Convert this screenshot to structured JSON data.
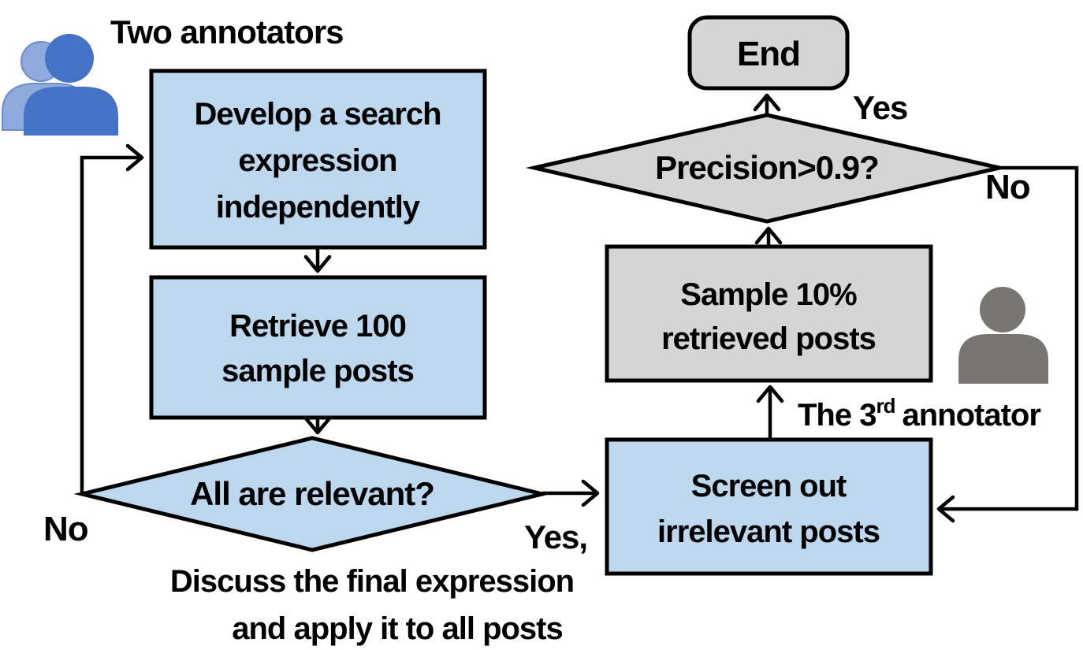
{
  "figure": {
    "annotator_group_label": "Two annotators",
    "third_annotator_label": {
      "pre": "The 3",
      "sup": "rd",
      "post": "annotator"
    },
    "nodes": {
      "develop": {
        "lines": [
          "Develop a search",
          "expression",
          "independently"
        ]
      },
      "retrieve": {
        "lines": [
          "Retrieve 100",
          "sample posts"
        ]
      },
      "relevant": {
        "label": "All are relevant?"
      },
      "screen": {
        "lines": [
          "Screen out",
          "irrelevant posts"
        ]
      },
      "sample": {
        "lines": [
          "Sample 10%",
          "retrieved posts"
        ]
      },
      "precision": {
        "label": "Precision>0.9?"
      },
      "end": {
        "label": "End"
      }
    },
    "edge_labels": {
      "relevant_no": "No",
      "relevant_yes": "Yes,",
      "relevant_yes_note_line1": "Discuss the final expression",
      "relevant_yes_note_line2": "and apply it to all posts",
      "precision_yes": "Yes",
      "precision_no": "No"
    },
    "colors": {
      "process_blue_fill": "#BDD7EE",
      "terminal_gray_fill": "#D5D5D5",
      "outline": "#000000",
      "person_front_blue": "#4472C4",
      "person_back_blue": "#8FAADC",
      "person_gray": "#797571"
    }
  }
}
